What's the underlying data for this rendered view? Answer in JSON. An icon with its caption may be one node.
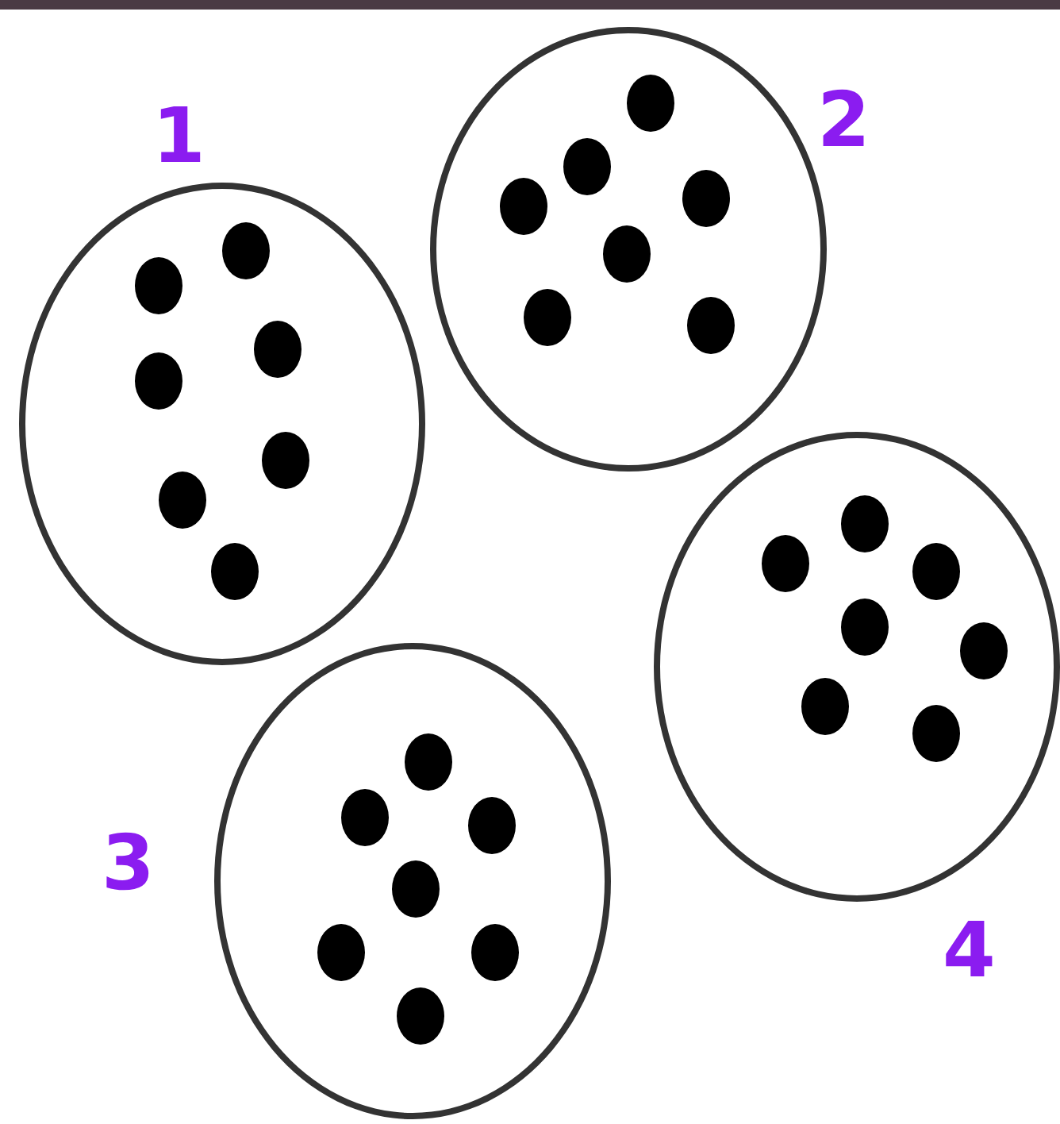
{
  "diagram": {
    "nodes": [
      {
        "text": [],
        "shape": "circle",
        "beside": [
          "1"
        ]
      },
      {
        "text": [],
        "shape": "circle",
        "beside": [
          "2"
        ]
      },
      {
        "text": [],
        "shape": "circle",
        "beside": [
          "3"
        ]
      },
      {
        "text": [],
        "shape": "circle",
        "beside": [
          "4"
        ]
      }
    ]
  }
}
